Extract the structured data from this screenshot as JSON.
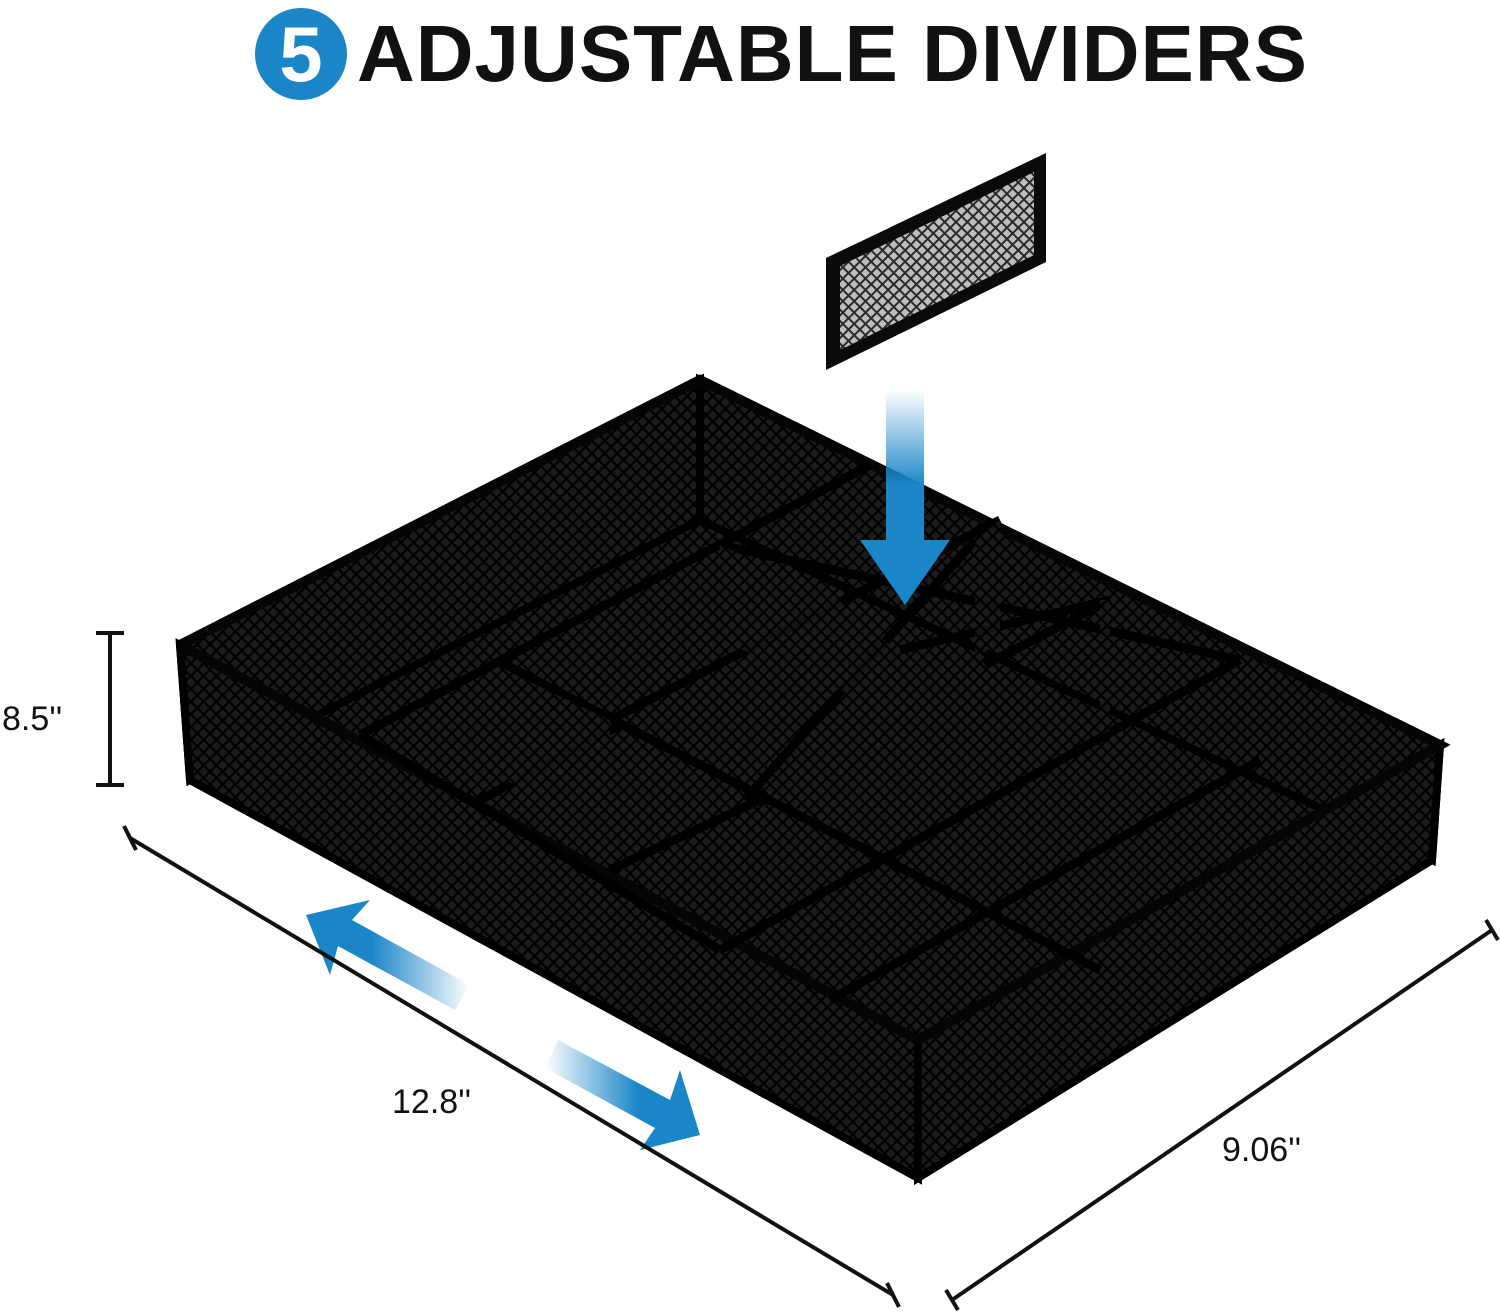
{
  "headline": {
    "number": "5",
    "text": "ADJUSTABLE DIVIDERS"
  },
  "dimensions": {
    "height": "8.5''",
    "length": "12.8''",
    "width": "9.06''"
  },
  "colors": {
    "accent_blue": "#1a86c8",
    "mesh_dark": "#141414",
    "frame_black": "#050505"
  },
  "icons": {
    "insert_arrow": "arrow-down-icon",
    "extend_arrows": "double-arrow-icon"
  }
}
